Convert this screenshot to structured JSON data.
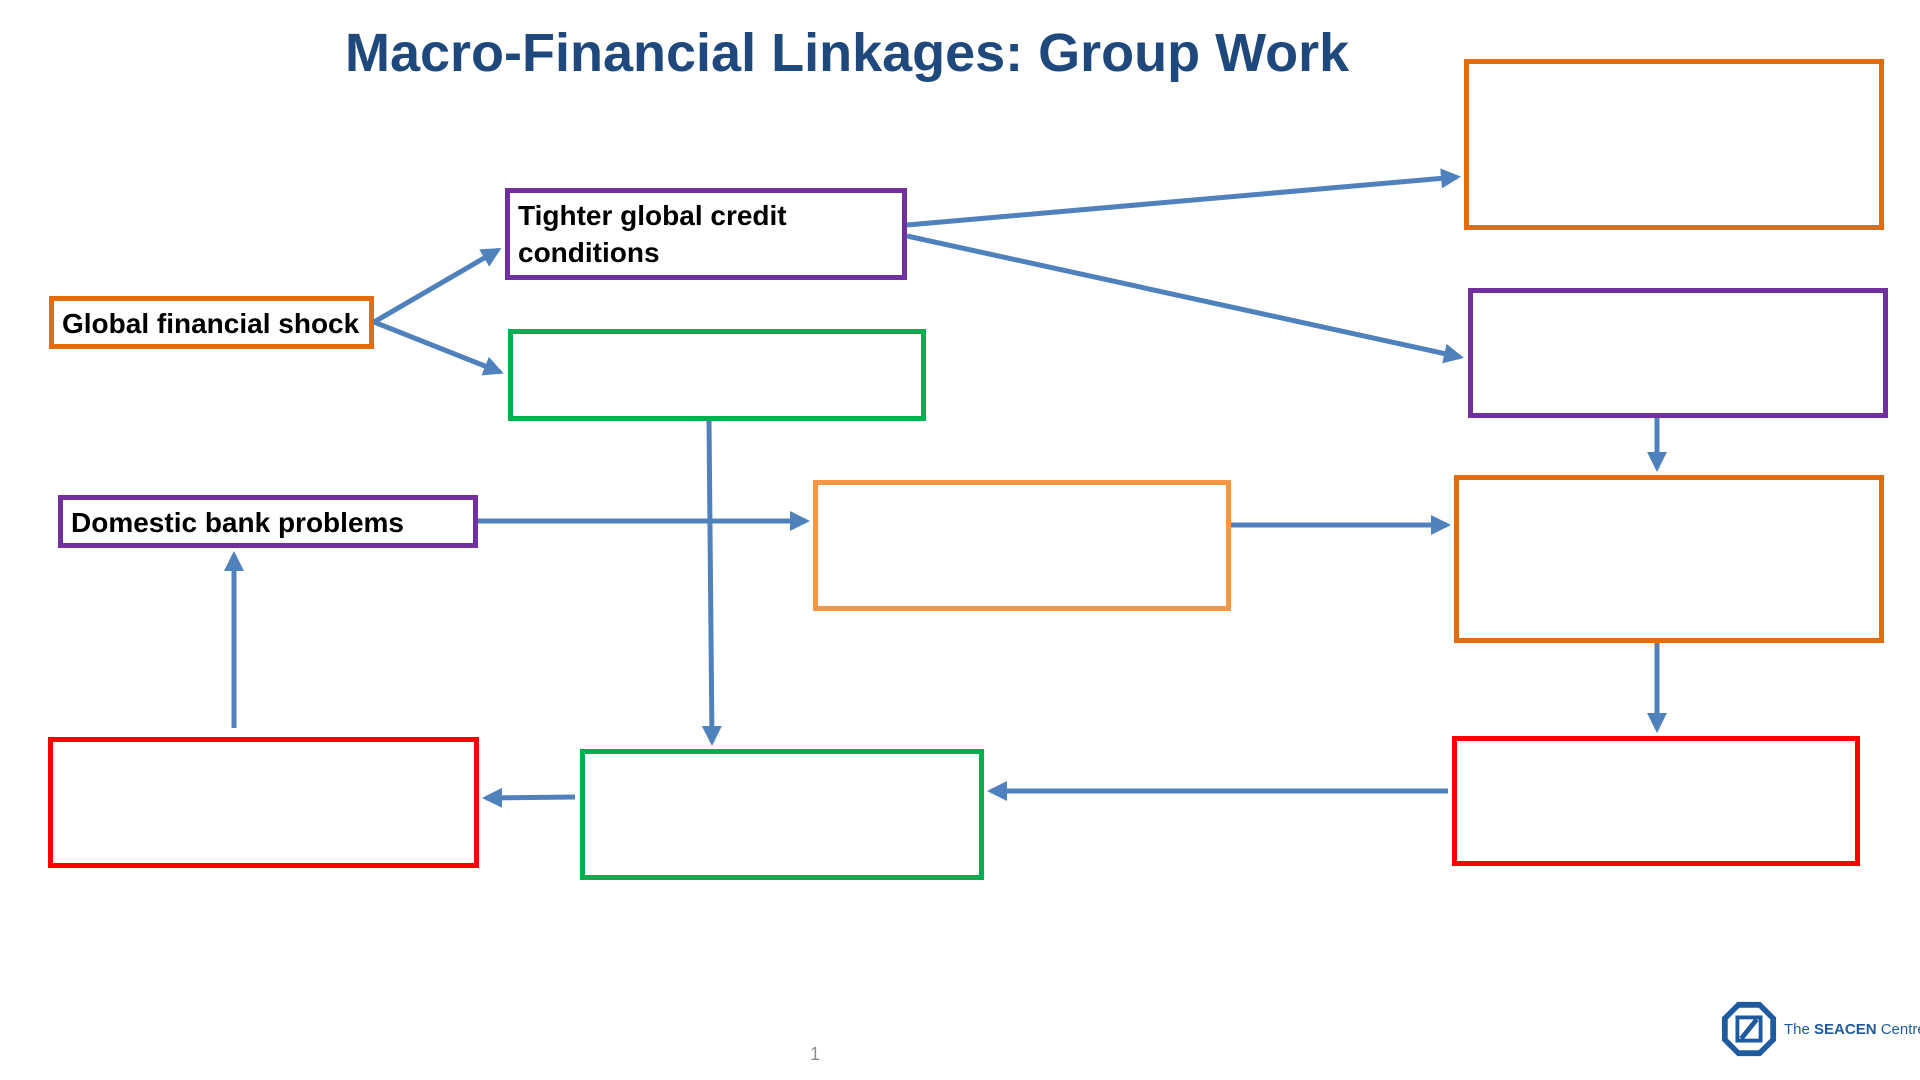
{
  "slide": {
    "title": "Macro-Financial Linkages: Group Work",
    "page_number": "1"
  },
  "diagram": {
    "nodes": {
      "global_shock": {
        "label": "Global financial shock",
        "color": "#e46c0a"
      },
      "tighter_credit": {
        "label": "Tighter global credit conditions",
        "color": "#7030a0"
      },
      "green_top": {
        "label": "",
        "color": "#00b050"
      },
      "domestic_bank": {
        "label": "Domestic bank problems",
        "color": "#7030a0"
      },
      "center_box": {
        "label": "",
        "color": "#f79646"
      },
      "right_top": {
        "label": "",
        "color": "#e46c0a"
      },
      "right_second": {
        "label": "",
        "color": "#7030a0"
      },
      "right_third": {
        "label": "",
        "color": "#e46c0a"
      },
      "right_bottom": {
        "label": "",
        "color": "#ff0000"
      },
      "green_bottom": {
        "label": "",
        "color": "#00b050"
      },
      "red_left": {
        "label": "",
        "color": "#ff0000"
      }
    },
    "arrow_color": "#4f81bd"
  },
  "logo": {
    "text_prefix": "The",
    "text_brand": "SEACEN",
    "text_suffix": "Centre",
    "color": "#1f5a9e"
  }
}
